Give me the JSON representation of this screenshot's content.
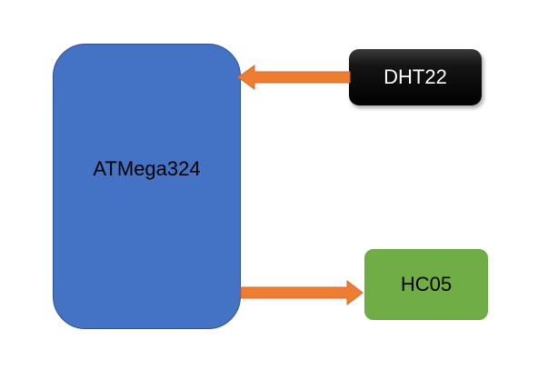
{
  "diagram": {
    "nodes": {
      "microcontroller": {
        "label": "ATMega324",
        "color": "#4472c4"
      },
      "sensor": {
        "label": "DHT22",
        "color": "#000000"
      },
      "bluetooth": {
        "label": "HC05",
        "color": "#70ad47"
      }
    },
    "edges": [
      {
        "from": "DHT22",
        "to": "ATMega324",
        "color": "#ed7d31"
      },
      {
        "from": "ATMega324",
        "to": "HC05",
        "color": "#ed7d31"
      }
    ]
  }
}
